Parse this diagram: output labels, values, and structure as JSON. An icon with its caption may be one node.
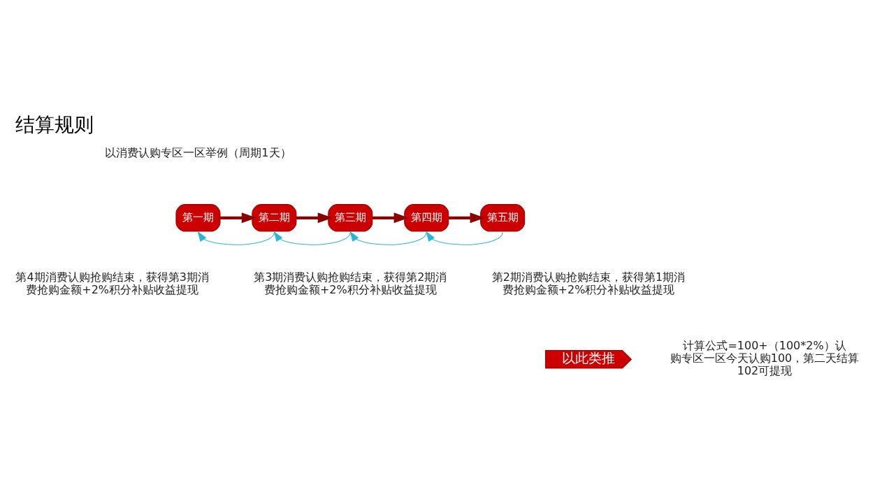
{
  "diagram": {
    "title": "结算规则",
    "nodes": [
      {
        "text": [
          "第一期"
        ]
      },
      {
        "text": [
          "第二期"
        ]
      },
      {
        "text": [
          "第三期"
        ]
      },
      {
        "text": [
          "第四期"
        ]
      },
      {
        "text": [
          "第五期"
        ]
      },
      {
        "text": [
          "以此类推"
        ]
      }
    ],
    "edges": [
      {
        "from": 0,
        "to": 1,
        "arrow": "to",
        "style": "thick",
        "color": "#8b0000"
      },
      {
        "from": 1,
        "to": 2,
        "arrow": "to",
        "style": "thick",
        "color": "#8b0000"
      },
      {
        "from": 2,
        "to": 3,
        "arrow": "to",
        "style": "thick",
        "color": "#8b0000"
      },
      {
        "from": 3,
        "to": 4,
        "arrow": "to",
        "style": "thick",
        "color": "#8b0000"
      },
      {
        "from": 1,
        "to": 0,
        "arrow": "to",
        "color": "#29b6d6"
      },
      {
        "from": 2,
        "to": 1,
        "arrow": "to",
        "color": "#29b6d6"
      },
      {
        "from": 3,
        "to": 2,
        "arrow": "to",
        "color": "#29b6d6"
      },
      {
        "from": 4,
        "to": 3,
        "arrow": "to",
        "color": "#29b6d6"
      }
    ],
    "labels": [
      "以消费认购专区一区举例（周期1天）",
      "第4期消费认购抢购结束，获得第3期消费抢购金额+2%积分补贴收益提现",
      "第3期消费认购抢购结束，获得第2期消费抢购金额+2%积分补贴收益提现",
      "第2期消费认购抢购结束，获得第1期消费抢购金额+2%积分补贴收益提现",
      "计算公式=100+（100*2%）认购专区一区今天认购100，第二天结算102可提现"
    ]
  }
}
